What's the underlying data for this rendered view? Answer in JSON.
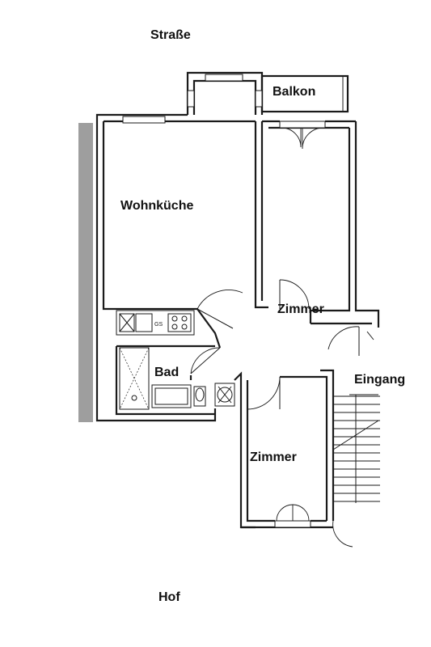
{
  "labels": {
    "street": "Straße",
    "balcony": "Balkon",
    "kitchen_living": "Wohnküche",
    "room_top": "Zimmer",
    "bath": "Bad",
    "entrance": "Eingang",
    "room_bottom": "Zimmer",
    "yard": "Hof"
  },
  "colors": {
    "wall": "#1a1a1a",
    "facade_strip": "#9e9e9e",
    "background": "#ffffff"
  }
}
